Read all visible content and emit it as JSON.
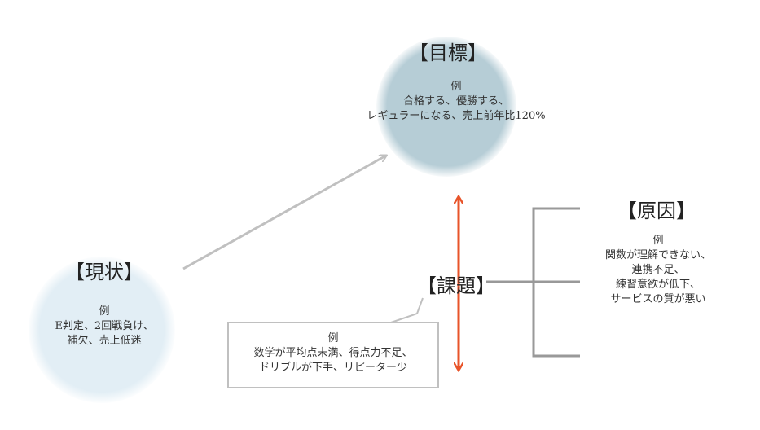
{
  "goal": {
    "title": "【目標】",
    "example_label": "例",
    "lines": [
      "合格する、優勝する、",
      "レギュラーになる、売上前年比120%"
    ]
  },
  "current": {
    "title": "【現状】",
    "example_label": "例",
    "lines": [
      "E判定、2回戦負け、",
      "補欠、売上低迷"
    ]
  },
  "issue": {
    "title": "【課題】",
    "example_label": "例",
    "lines": [
      "数学が平均点未満、得点力不足、",
      "ドリブルが下手、リピーター少"
    ]
  },
  "cause": {
    "title": "【原因】",
    "example_label": "例",
    "lines": [
      "関数が理解できない、",
      "連携不足、",
      "練習意欲が低下、",
      "サービスの質が悪い"
    ]
  },
  "colors": {
    "goal_circle": "#b6cdd6",
    "current_circle": "#e2eef5",
    "arrow_accent": "#e8542a",
    "line_gray": "#999999"
  }
}
